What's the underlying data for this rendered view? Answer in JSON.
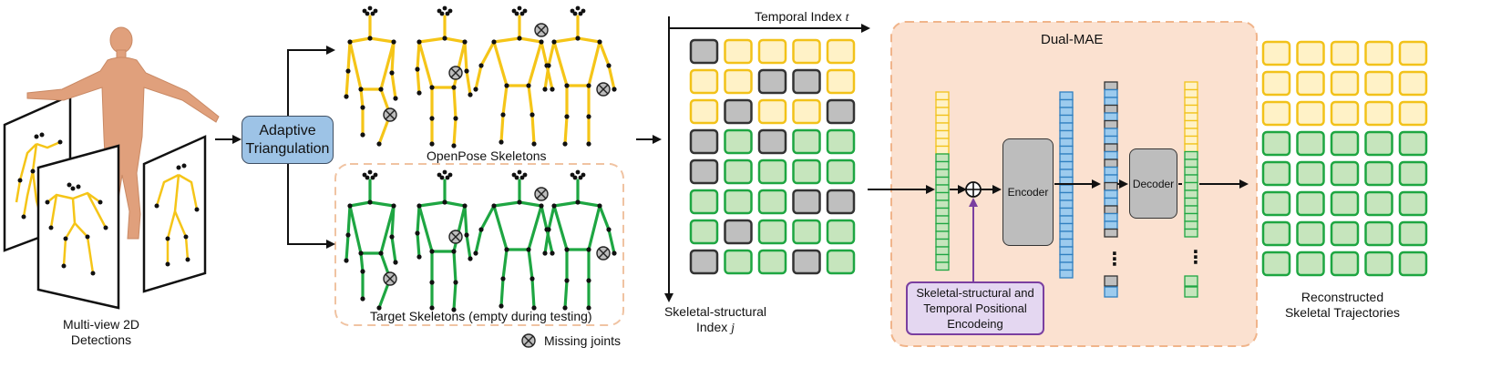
{
  "input": {
    "caption_line1": "Multi-view 2D",
    "caption_line2": "Detections"
  },
  "adaptive": {
    "line1": "Adaptive",
    "line2": "Triangulation"
  },
  "skeletons": {
    "openpose_label": "OpenPose Skeletons",
    "target_label": "Target Skeletons (empty during testing)",
    "missing_label": "Missing joints"
  },
  "matrix": {
    "temporal_label": "Temporal Index ",
    "temporal_var": "t",
    "structural_line1": "Skeletal-structural",
    "structural_line2": "Index ",
    "structural_var": "j",
    "rows": [
      [
        "gray",
        "yellow",
        "yellow",
        "yellow",
        "yellow"
      ],
      [
        "yellow",
        "yellow",
        "gray",
        "gray",
        "yellow"
      ],
      [
        "yellow",
        "gray",
        "yellow",
        "yellow",
        "gray"
      ],
      [
        "gray",
        "green",
        "gray",
        "green",
        "green"
      ],
      [
        "gray",
        "green",
        "green",
        "green",
        "green"
      ],
      [
        "green",
        "green",
        "green",
        "gray",
        "gray"
      ],
      [
        "green",
        "gray",
        "green",
        "green",
        "green"
      ],
      [
        "gray",
        "green",
        "green",
        "gray",
        "green"
      ]
    ]
  },
  "dualmae": {
    "title": "Dual-MAE",
    "encoder": "Encoder",
    "decoder": "Decoder",
    "pos_line1": "Skeletal-structural and",
    "pos_line2": "Temporal Positional",
    "pos_line3": "Encodeing",
    "dots": "⋮"
  },
  "output": {
    "line1": "Reconstructed",
    "line2": "Skeletal Trajectories"
  },
  "colors": {
    "yellow_fill": "#fff2c7",
    "yellow_stroke": "#f2c21a",
    "green_fill": "#c6e5bd",
    "green_stroke": "#1ea642",
    "gray_fill": "#bfbfbf",
    "gray_stroke": "#333333",
    "blue_fill": "#9ccbee",
    "blue_stroke": "#2f7fc0",
    "panel_fill": "#fbe1d0",
    "panel_stroke": "#f0b48a",
    "body_color": "#e0a07c",
    "purple": "#7a3fa0"
  }
}
